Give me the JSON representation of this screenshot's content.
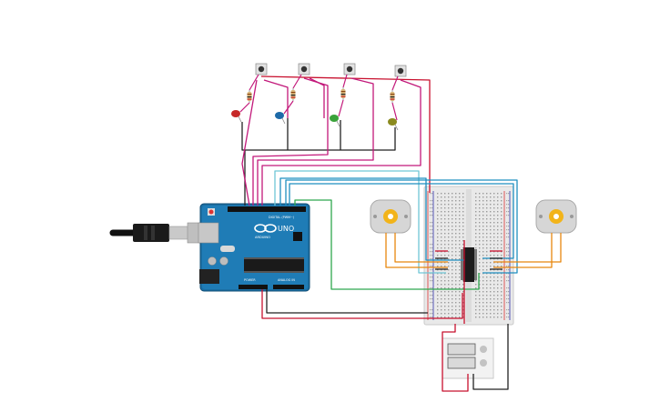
{
  "arduino": {
    "brand": "ARDUINO",
    "model": "UNO",
    "digital_header": "DIGITAL (PWM~)",
    "power_header": "POWER",
    "analog_header": "ANALOG IN",
    "logo_icon": "arduino-infinity-logo-icon"
  },
  "icons": {
    "usb": "usb-cable-icon",
    "button": "push-button-icon",
    "resistor": "resistor-icon",
    "led": "led-icon",
    "motor": "dc-motor-icon",
    "chip": "motor-driver-ic-icon",
    "battery": "battery-pack-icon"
  },
  "leds": [
    {
      "color": "#c62828"
    },
    {
      "color": "#1e6aa8"
    },
    {
      "color": "#3aa23a"
    },
    {
      "color": "#8a8a1e"
    }
  ],
  "wire_colors": {
    "red": "#c8102e",
    "black": "#222222",
    "magenta": "#c2187a",
    "cyan": "#6fc6d6",
    "blue": "#1f8fc0",
    "green": "#2fa84f",
    "orange": "#e8870e"
  }
}
